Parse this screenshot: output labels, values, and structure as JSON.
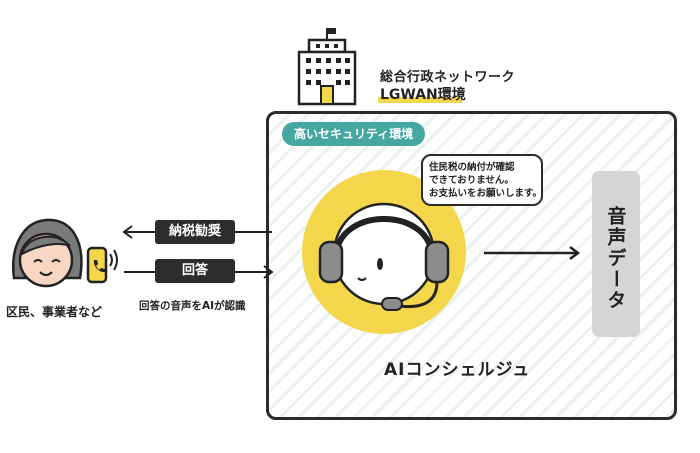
{
  "network": {
    "title": "総合行政ネットワーク",
    "subtitle": "LGWAN環境"
  },
  "environment": {
    "badge": "高いセキュリティ環境"
  },
  "speech_bubble": {
    "lines": [
      "住民税の納付が確認",
      "できておりません。",
      "お支払いをお願いします。"
    ]
  },
  "ai": {
    "label": "AIコンシェルジュ"
  },
  "output": {
    "label": "音声データ"
  },
  "citizen": {
    "label": "区民、事業者など"
  },
  "flows": {
    "outgoing": "納税勧奨",
    "incoming": "回答",
    "incoming_note": "回答の音声をAIが認識"
  },
  "colors": {
    "accent_teal": "#45a7a0",
    "accent_yellow": "#f3d64a",
    "dark": "#2d2d2d",
    "gray": "#d5d5d5"
  }
}
